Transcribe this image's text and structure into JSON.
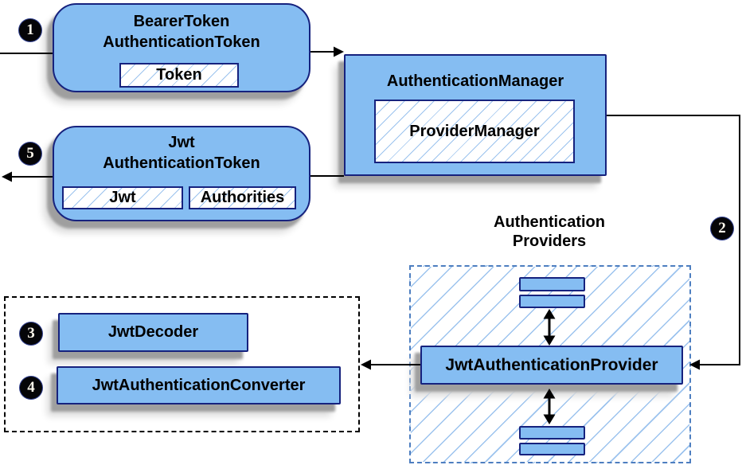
{
  "diagram": {
    "badges": {
      "step1": "1",
      "step2": "2",
      "step3": "3",
      "step4": "4",
      "step5": "5"
    },
    "bearer_token_box": {
      "line1": "BearerToken",
      "line2": "AuthenticationToken",
      "token_label": "Token"
    },
    "authentication_manager_box": {
      "title": "AuthenticationManager",
      "provider_manager_label": "ProviderManager"
    },
    "jwt_authentication_token_box": {
      "line1": "Jwt",
      "line2": "AuthenticationToken",
      "jwt_label": "Jwt",
      "authorities_label": "Authorities"
    },
    "authentication_providers": {
      "label_line1": "Authentication",
      "label_line2": "Providers",
      "provider_label": "JwtAuthenticationProvider"
    },
    "converter_group": {
      "jwt_decoder_label": "JwtDecoder",
      "jwt_authentication_converter_label": "JwtAuthenticationConverter"
    }
  },
  "colors": {
    "box_fill": "#85bdf2",
    "box_border": "#16227e",
    "hatch_line": "#9cc3ee",
    "dashed_blue_border": "#4d7ec0",
    "dashed_black_border": "#000000",
    "shadow_gray": "#9f9f9f",
    "arrow_black": "#000000",
    "badge_bg": "#050508",
    "badge_text": "#fdf8ec"
  }
}
